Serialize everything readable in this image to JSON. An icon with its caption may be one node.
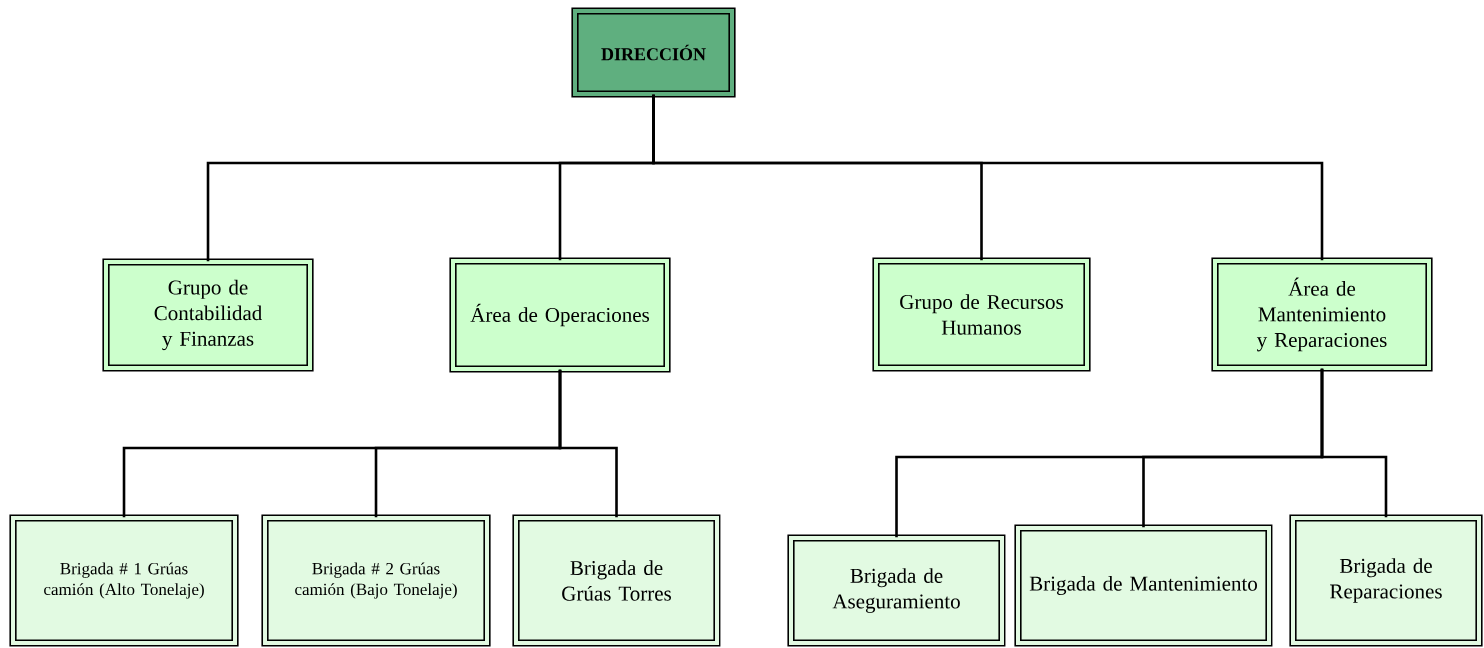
{
  "diagram": {
    "nodes": [
      {
        "text": [
          "DIRECCIÓN"
        ]
      },
      {
        "text": [
          "Grupo de Contabilidad y Finanzas"
        ]
      },
      {
        "text": [
          "Área de Operaciones"
        ]
      },
      {
        "text": [
          "Grupo de Recursos Humanos"
        ]
      },
      {
        "text": [
          "Área de Mantenimiento y Reparaciones"
        ]
      },
      {
        "text": [
          "Brigada # 1 Grúas camión (Alto Tonelaje)"
        ]
      },
      {
        "text": [
          "Brigada # 2 Grúas camión (Bajo Tonelaje)"
        ]
      },
      {
        "text": [
          "Brigada de Grúas Torres"
        ]
      },
      {
        "text": [
          "Brigada de Aseguramiento"
        ]
      },
      {
        "text": [
          "Brigada de Mantenimiento"
        ]
      },
      {
        "text": [
          "Brigada de Reparaciones"
        ]
      }
    ],
    "edges": [
      {
        "from": 0,
        "to": 1,
        "arrow": "none"
      },
      {
        "from": 0,
        "to": 2,
        "arrow": "none"
      },
      {
        "from": 0,
        "to": 3,
        "arrow": "none"
      },
      {
        "from": 0,
        "to": 4,
        "arrow": "none"
      },
      {
        "from": 2,
        "to": 5,
        "arrow": "none"
      },
      {
        "from": 2,
        "to": 6,
        "arrow": "none"
      },
      {
        "from": 2,
        "to": 7,
        "arrow": "none"
      },
      {
        "from": 4,
        "to": 8,
        "arrow": "none"
      },
      {
        "from": 4,
        "to": 9,
        "arrow": "none"
      },
      {
        "from": 4,
        "to": 10,
        "arrow": "none"
      }
    ]
  }
}
